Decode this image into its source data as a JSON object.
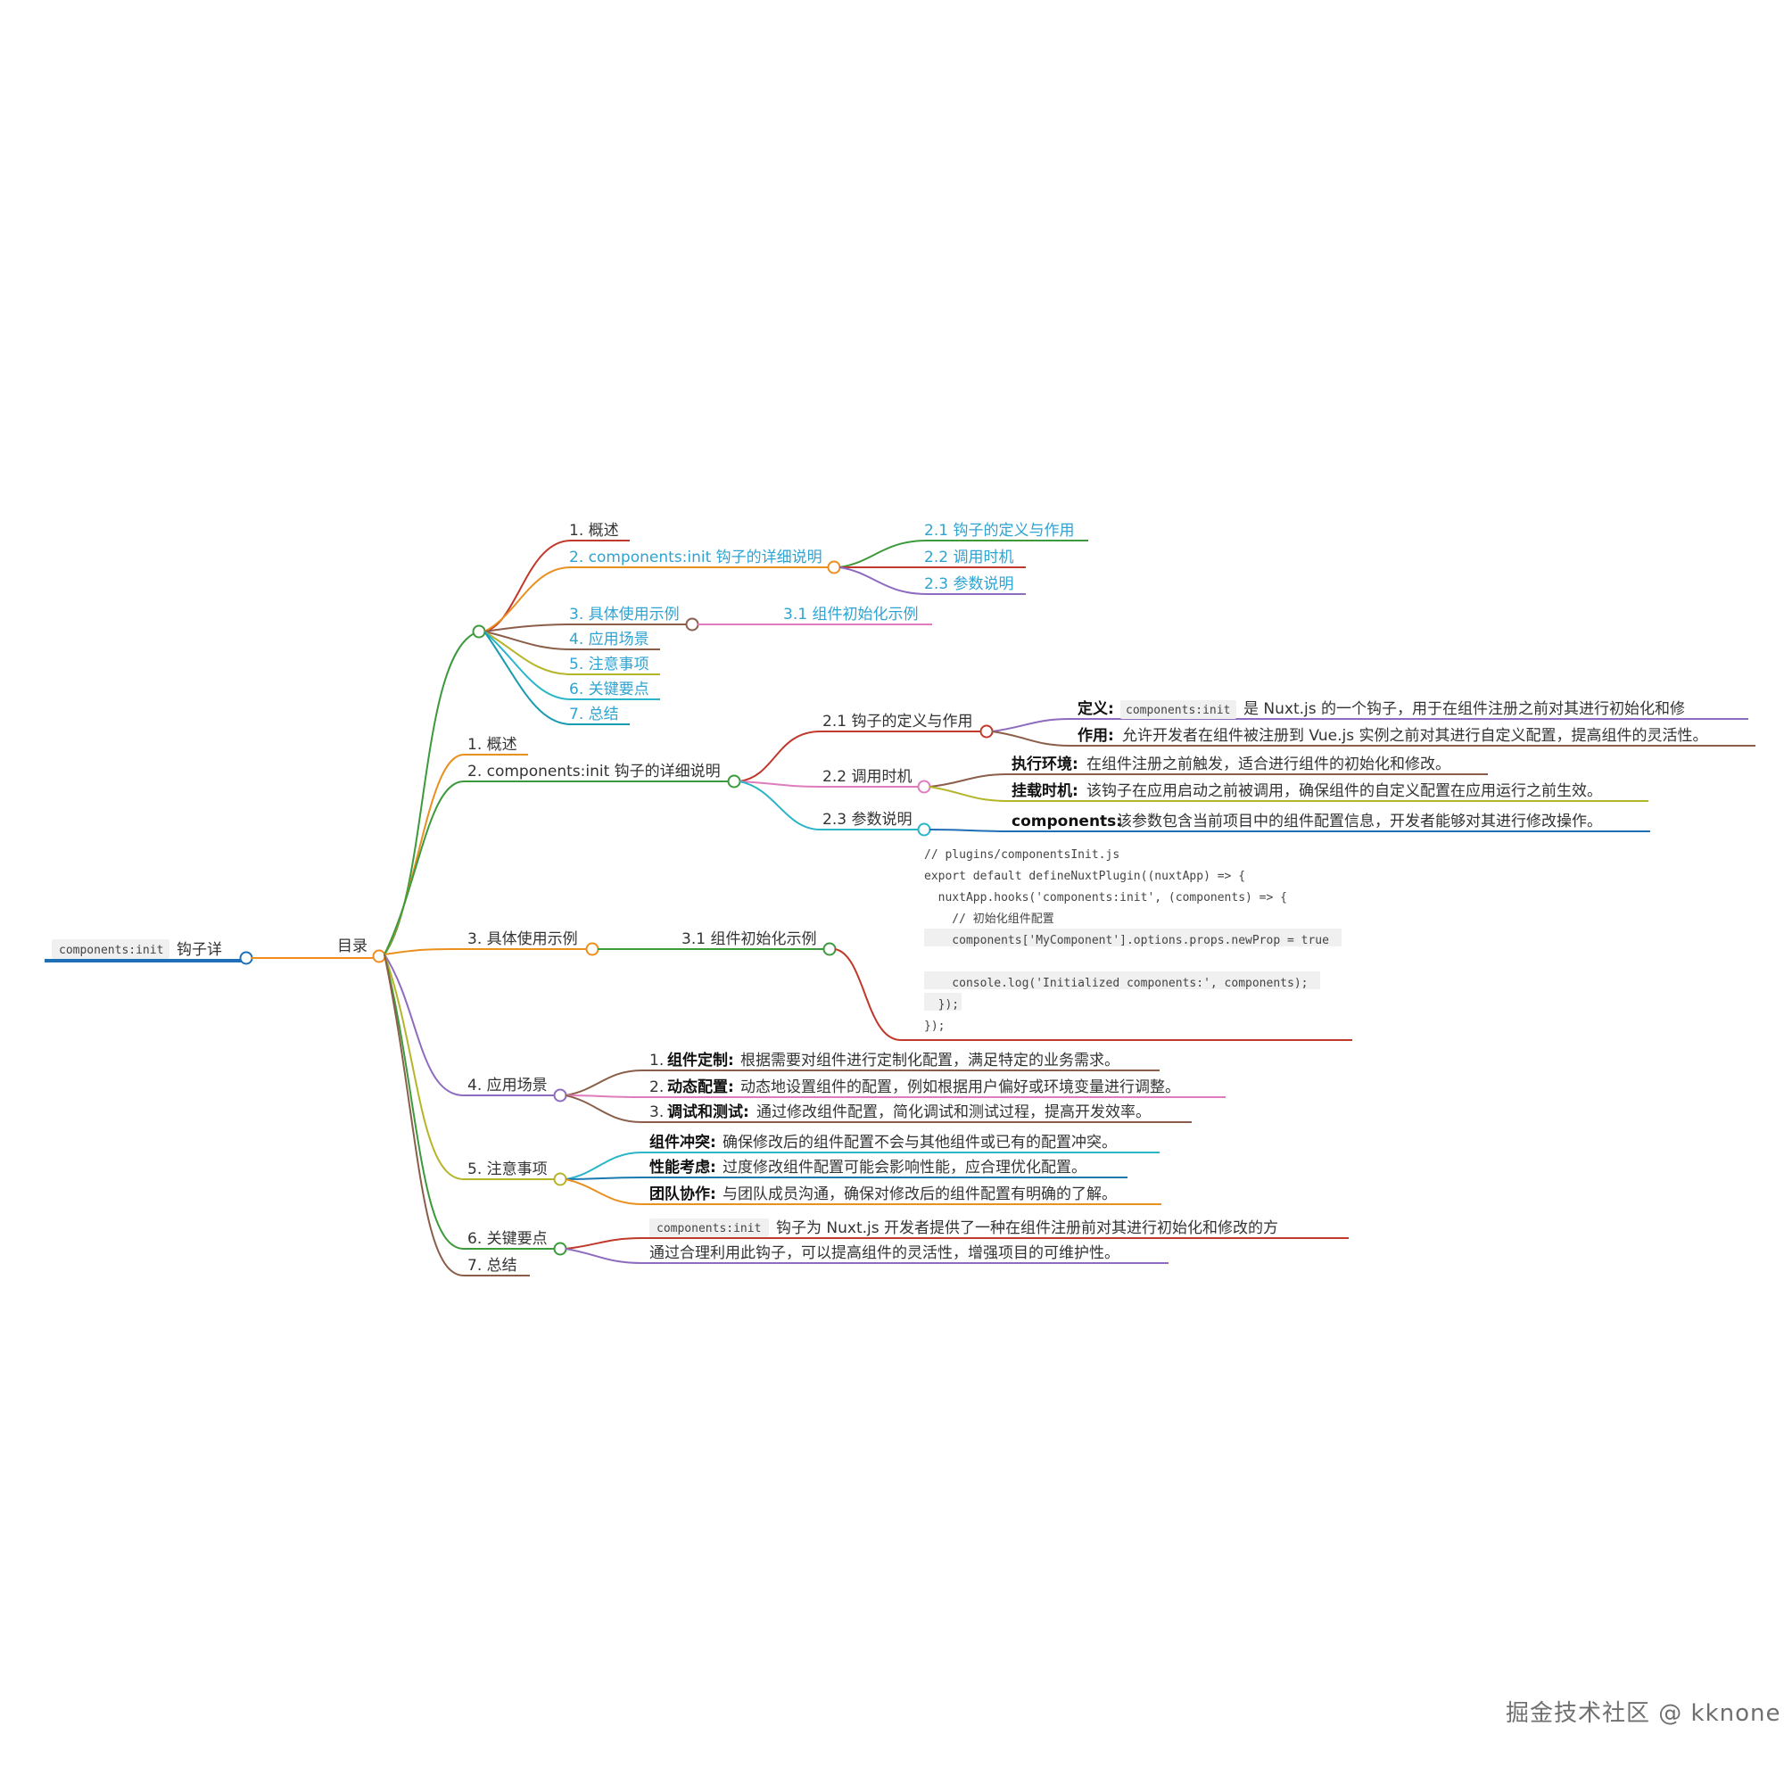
{
  "root": {
    "code": "components:init",
    "text": "钩子详"
  },
  "toc_title": "目录",
  "toc": {
    "items": [
      "1. 概述",
      "2. components:init 钩子的详细说明",
      "3. 具体使用示例",
      "4. 应用场景",
      "5. 注意事项",
      "6. 关键要点",
      "7. 总结"
    ],
    "sub2": [
      "2.1 钩子的定义与作用",
      "2.2 调用时机",
      "2.3 参数说明"
    ],
    "sub3": "3.1 组件初始化示例"
  },
  "sec1": "1. 概述",
  "sec2": {
    "title": "2. components:init 钩子的详细说明",
    "s21": {
      "title": "2.1 钩子的定义与作用",
      "def_label": "定义:",
      "def_code": "components:init",
      "def_text": "是 Nuxt.js 的一个钩子，用于在组件注册之前对其进行初始化和修",
      "role_label": "作用:",
      "role_text": "允许开发者在组件被注册到 Vue.js 实例之前对其进行自定义配置，提高组件的灵活性。"
    },
    "s22": {
      "title": "2.2 调用时机",
      "exec_label": "执行环境:",
      "exec_text": "在组件注册之前触发，适合进行组件的初始化和修改。",
      "mount_label": "挂载时机:",
      "mount_text": "该钩子在应用启动之前被调用，确保组件的自定义配置在应用运行之前生效。"
    },
    "s23": {
      "title": "2.3 参数说明",
      "param_label": "components:",
      "param_text": "该参数包含当前项目中的组件配置信息，开发者能够对其进行修改操作。"
    }
  },
  "sec3": {
    "title": "3. 具体使用示例",
    "s31": "3.1 组件初始化示例",
    "code": [
      "// plugins/componentsInit.js",
      "export default defineNuxtPlugin((nuxtApp) => {",
      "  nuxtApp.hooks('components:init', (components) => {",
      "    // 初始化组件配置",
      "    components['MyComponent'].options.props.newProp = true",
      "",
      "    console.log('Initialized components:', components);",
      "  });",
      "});"
    ]
  },
  "sec4": {
    "title": "4. 应用场景",
    "items": [
      {
        "num": "1.",
        "label": "组件定制:",
        "text": "根据需要对组件进行定制化配置，满足特定的业务需求。"
      },
      {
        "num": "2.",
        "label": "动态配置:",
        "text": "动态地设置组件的配置，例如根据用户偏好或环境变量进行调整。"
      },
      {
        "num": "3.",
        "label": "调试和测试:",
        "text": "通过修改组件配置，简化调试和测试过程，提高开发效率。"
      }
    ]
  },
  "sec5": {
    "title": "5. 注意事项",
    "items": [
      {
        "label": "组件冲突:",
        "text": "确保修改后的组件配置不会与其他组件或已有的配置冲突。"
      },
      {
        "label": "性能考虑:",
        "text": "过度修改组件配置可能会影响性能，应合理优化配置。"
      },
      {
        "label": "团队协作:",
        "text": "与团队成员沟通，确保对修改后的组件配置有明确的了解。"
      }
    ]
  },
  "sec6": {
    "title": "6. 关键要点",
    "line1_code": "components:init",
    "line1_text": "钩子为 Nuxt.js 开发者提供了一种在组件注册前对其进行初始化和修改的方",
    "line2": "通过合理利用此钩子，可以提高组件的灵活性，增强项目的可维护性。"
  },
  "sec7": "7. 总结",
  "watermark": "掘金技术社区 @ kknone",
  "colors": {
    "root": "#1f6fb7",
    "toc": "#f28c1c",
    "green": "#3c9a3c",
    "red": "#c0392b",
    "orange": "#e9901f",
    "brown": "#8b5e4a",
    "purple": "#8e6bbf",
    "olive": "#b5b52a",
    "teal": "#1a9bb0",
    "pink": "#e07bbd",
    "cyan": "#2ab5c8",
    "link": "#2fa3d1"
  }
}
